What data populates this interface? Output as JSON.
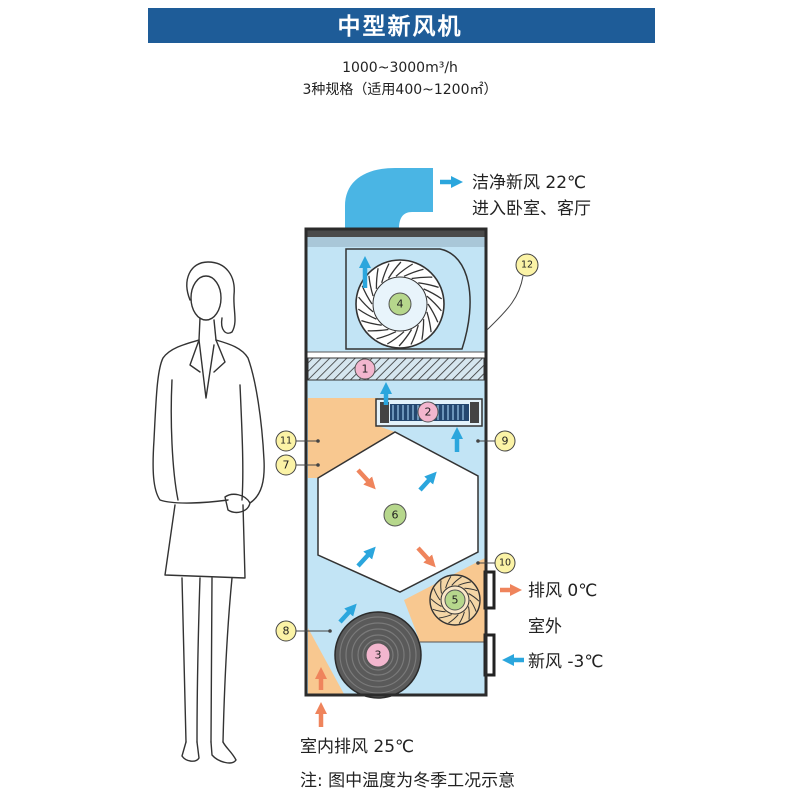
{
  "header": {
    "title": "中型新风机"
  },
  "specs": {
    "airflow": "1000~3000m³/h",
    "models": "3种规格（适用400~1200㎡）"
  },
  "annotations": {
    "supply_line1": "洁净新风 22℃",
    "supply_line2": "进入卧室、客厅",
    "exhaust_out": "排风 0℃",
    "outdoor": "室外",
    "fresh_in": "新风 -3℃",
    "room_exhaust": "室内排风 25℃",
    "note": "注: 图中温度为冬季工况示意"
  },
  "markers": {
    "m1": "1",
    "m2": "2",
    "m3": "3",
    "m4": "4",
    "m5": "5",
    "m6": "6",
    "m7": "7",
    "m8": "8",
    "m9": "9",
    "m10": "10",
    "m11": "11",
    "m12": "12"
  },
  "colors": {
    "header_bg": "#1e5c98",
    "supply_air": "#2ba6dd",
    "exhaust_air": "#ef845c",
    "cool_zone": "#c2e4f5",
    "warm_zone": "#f8c890",
    "duct": "#4ab5e4",
    "callout_fill": "#fbf3a6",
    "tag_pink": "#f3b6ce",
    "tag_green": "#b6d78c"
  }
}
